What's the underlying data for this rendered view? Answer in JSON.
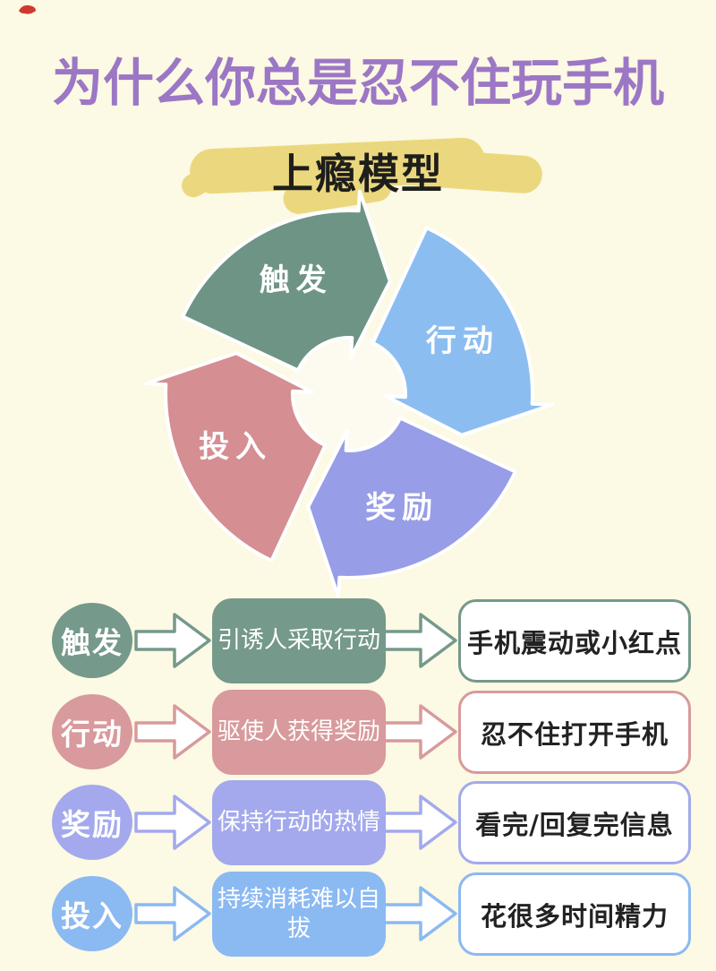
{
  "page": {
    "background": "#fcf9e4"
  },
  "corner_mark": {
    "color": "#cf3a2e"
  },
  "title": {
    "text": "为什么你总是忍不住玩手机",
    "color": "#9c77c5"
  },
  "subtitle": {
    "text": "上瘾模型",
    "color": "#1e1e1c",
    "highlight_color": "#ebd87e"
  },
  "wheel": {
    "segments": [
      {
        "label": "触发",
        "color": "#6e9486",
        "center_deg": 335
      },
      {
        "label": "行动",
        "color": "#8cbdf0",
        "center_deg": 65
      },
      {
        "label": "奖励",
        "color": "#979de6",
        "center_deg": 155
      },
      {
        "label": "投入",
        "color": "#d58e92",
        "center_deg": 245
      }
    ]
  },
  "rows": [
    {
      "stage": "触发",
      "color": "#75998b",
      "mechanism": "引诱人采取行动",
      "example": "手机震动或小红点"
    },
    {
      "stage": "行动",
      "color": "#d89a9c",
      "mechanism": "驱使人获得奖励",
      "example": "忍不住打开手机"
    },
    {
      "stage": "奖励",
      "color": "#a3a9ec",
      "mechanism": "保持行动的热情",
      "example": "看完/回复完信息"
    },
    {
      "stage": "投入",
      "color": "#8bb9f2",
      "mechanism": "持续消耗难以自拔",
      "example": "花很多时间精力"
    }
  ]
}
